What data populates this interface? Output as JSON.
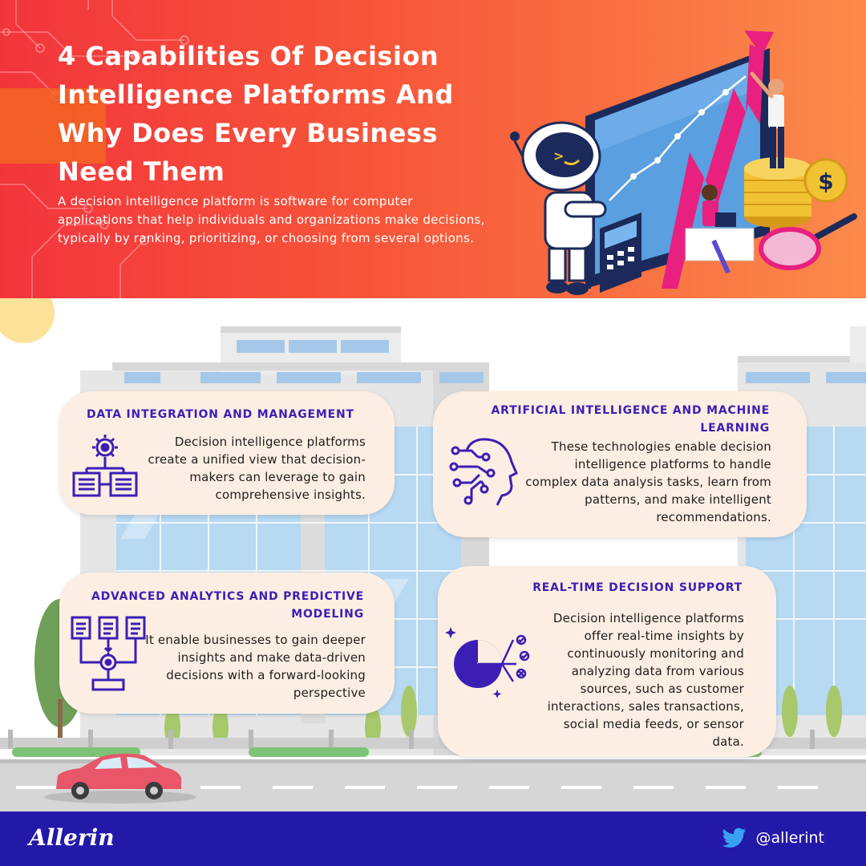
{
  "header": {
    "title": "4 Capabilities Of Decision Intelligence Platforms And Why Does Every Business Need Them",
    "subtitle": "A decision intelligence platform is software for computer applications that help individuals and organizations make decisions, typically by ranking, prioritizing, or choosing from several options."
  },
  "cards": [
    {
      "title": "DATA INTEGRATION AND MANAGEMENT",
      "text": "Decision intelligence platforms create a unified view that decision-makers can leverage to gain comprehensive insights.",
      "icon": "data-integration-icon"
    },
    {
      "title": "ARTIFICIAL INTELLIGENCE AND MACHINE LEARNING",
      "text": "These technologies enable decision intelligence platforms to handle complex data analysis tasks, learn from patterns, and make intelligent recommendations.",
      "icon": "ai-brain-icon"
    },
    {
      "title": "ADVANCED ANALYTICS AND PREDICTIVE MODELING",
      "text": "It enable businesses to gain deeper insights and make data-driven decisions with a forward-looking perspective",
      "icon": "analytics-flow-icon"
    },
    {
      "title": "REAL-TIME DECISION SUPPORT",
      "text": "Decision intelligence platforms offer real-time insights by continuously monitoring and analyzing data from various sources, such as customer interactions, sales transactions, social media feeds, or sensor data.",
      "icon": "realtime-clock-icon"
    }
  ],
  "footer": {
    "brand": "Allerin",
    "twitter_handle": "@allerint",
    "social_icon": "twitter-icon"
  },
  "colors": {
    "header_start": "#f2353c",
    "header_end": "#fb8a4a",
    "card_bg": "#fdeee3",
    "accent_purple": "#3b1fb5",
    "footer_bg": "#2319a8"
  }
}
